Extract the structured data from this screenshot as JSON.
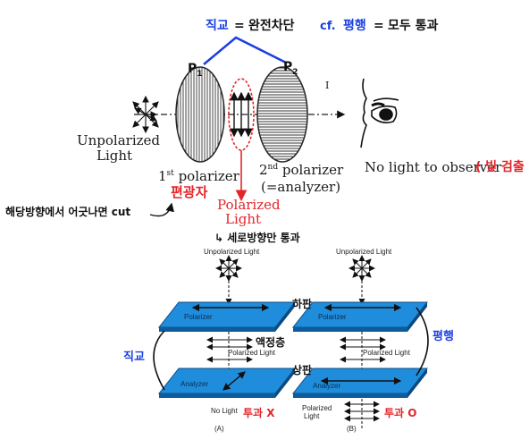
{
  "header": {
    "left_word": "직교",
    "eq1": "=",
    "left_desc": "완전차단",
    "cf": "cf.",
    "right_word": "평행",
    "eq2": "=",
    "right_desc": "모두 통과"
  },
  "top": {
    "p1_label": "P",
    "p1_sub": "1",
    "p2_label": "P",
    "p2_sub": "2",
    "unpolarized_line1": "Unpolarized",
    "unpolarized_line2": "Light",
    "first_polarizer_pre": "1",
    "first_polarizer_sup": "st",
    "first_polarizer_post": " polarizer",
    "second_polarizer_pre": "2",
    "second_polarizer_sup": "nd",
    "second_polarizer_post": " polarizer",
    "analyzer": "(=analyzer)",
    "polarized_line1": "Polarized",
    "polarized_line2": "Light",
    "no_light": "No light to observer",
    "no_light_note": "( 빛 검출 X )",
    "polarizer_kr": "편광자",
    "cut_note": "해당방향에서 어긋나면 cut",
    "pass_note": "↳ 세로방향만 통과",
    "vertical_mark": "I"
  },
  "bottom": {
    "a": {
      "unpolarized": "Unpolarized Light",
      "polarizer": "Polarizer",
      "polarized": "Polarized Light",
      "analyzer": "Analyzer",
      "result": "No Light",
      "caption": "(A)"
    },
    "b": {
      "unpolarized": "Unpolarized Light",
      "polarizer": "Polarizer",
      "polarized": "Polarized Light",
      "analyzer": "Analyzer",
      "result_line1": "Polarized",
      "result_line2": "Light",
      "caption": "(B)"
    },
    "lower_plate_kr": "하판",
    "liquid_crystal_kr": "액정층",
    "upper_plate_kr": "상판",
    "cross_kr": "직교",
    "parallel_kr": "평행",
    "blocked_kr": "투과 X",
    "passed_kr": "투과 O"
  }
}
